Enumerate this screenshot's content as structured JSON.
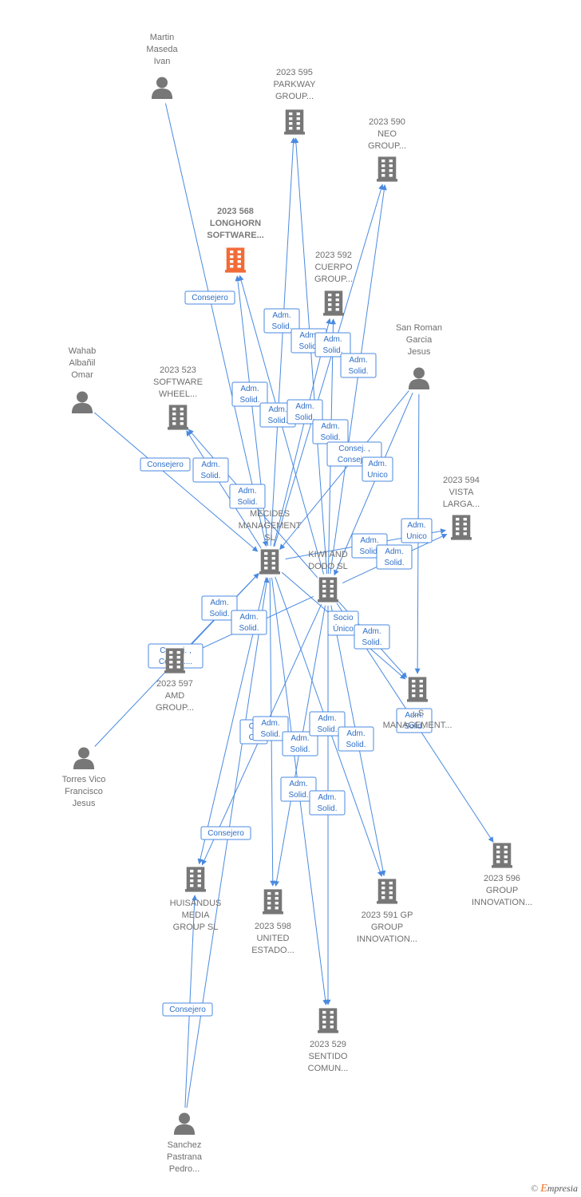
{
  "colors": {
    "edge": "#4a8ae0",
    "node": "#777777",
    "highlight": "#f26b37"
  },
  "nodes": [
    {
      "id": "martin",
      "kind": "person",
      "label": [
        "Martin",
        "Maseda",
        "Ivan"
      ]
    },
    {
      "id": "parkway",
      "kind": "company",
      "label": [
        "2023 595",
        "PARKWAY",
        "GROUP..."
      ]
    },
    {
      "id": "neo",
      "kind": "company",
      "label": [
        "2023 590",
        "NEO",
        "GROUP..."
      ]
    },
    {
      "id": "longhorn",
      "kind": "company",
      "highlight": true,
      "label": [
        "2023 568",
        "LONGHORN",
        "SOFTWARE..."
      ]
    },
    {
      "id": "cuerpo",
      "kind": "company",
      "label": [
        "2023 592",
        "CUERPO",
        "GROUP..."
      ]
    },
    {
      "id": "sanroman",
      "kind": "person",
      "label": [
        "San Roman",
        "Garcia",
        "Jesus"
      ]
    },
    {
      "id": "wahab",
      "kind": "person",
      "label": [
        "Wahab",
        "Albañil",
        "Omar"
      ]
    },
    {
      "id": "wheel",
      "kind": "company",
      "label": [
        "2023 523",
        "SOFTWARE",
        "WHEEL..."
      ]
    },
    {
      "id": "vista",
      "kind": "company",
      "label": [
        "2023 594",
        "VISTA",
        "LARGA..."
      ]
    },
    {
      "id": "mecides",
      "kind": "company",
      "label": [
        "MECIDES",
        "MANAGEMENT",
        "SL"
      ]
    },
    {
      "id": "kiwi",
      "kind": "company",
      "label": [
        "KIWI AND",
        "DODO  SL"
      ]
    },
    {
      "id": "amd",
      "kind": "company",
      "label": [
        "2023 597",
        "AMD",
        "GROUP..."
      ]
    },
    {
      "id": "management",
      "kind": "company",
      "label": [
        "...S",
        "MANAGEMENT..."
      ]
    },
    {
      "id": "torres",
      "kind": "person",
      "label": [
        "Torres Vico",
        "Francisco",
        "Jesus"
      ]
    },
    {
      "id": "g596",
      "kind": "company",
      "label": [
        "2023 596",
        "GROUP",
        "INNOVATION..."
      ]
    },
    {
      "id": "huisandus",
      "kind": "company",
      "label": [
        "HUISANDUS",
        "MEDIA",
        "GROUP  SL"
      ]
    },
    {
      "id": "united",
      "kind": "company",
      "label": [
        "2023 598",
        "UNITED",
        "ESTADO..."
      ]
    },
    {
      "id": "gp",
      "kind": "company",
      "label": [
        "2023 591 GP",
        "GROUP",
        "INNOVATION..."
      ]
    },
    {
      "id": "sentido",
      "kind": "company",
      "label": [
        "2023 529",
        "SENTIDO",
        "COMUN..."
      ]
    },
    {
      "id": "sanchez",
      "kind": "person",
      "label": [
        "Sanchez",
        "Pastrana",
        "Pedro..."
      ]
    }
  ],
  "edges": [
    {
      "from": "martin",
      "to": "mecides"
    },
    {
      "from": "mecides",
      "to": "longhorn"
    },
    {
      "from": "kiwi",
      "to": "longhorn"
    },
    {
      "from": "mecides",
      "to": "parkway"
    },
    {
      "from": "kiwi",
      "to": "parkway"
    },
    {
      "from": "mecides",
      "to": "neo"
    },
    {
      "from": "kiwi",
      "to": "neo"
    },
    {
      "from": "mecides",
      "to": "cuerpo"
    },
    {
      "from": "kiwi",
      "to": "cuerpo"
    },
    {
      "from": "wahab",
      "to": "mecides"
    },
    {
      "from": "mecides",
      "to": "wheel"
    },
    {
      "from": "kiwi",
      "to": "wheel"
    },
    {
      "from": "sanroman",
      "to": "mecides"
    },
    {
      "from": "sanroman",
      "to": "kiwi"
    },
    {
      "from": "sanroman",
      "to": "management"
    },
    {
      "from": "mecides",
      "to": "vista"
    },
    {
      "from": "kiwi",
      "to": "vista"
    },
    {
      "from": "mecides",
      "to": "amd"
    },
    {
      "from": "kiwi",
      "to": "amd"
    },
    {
      "from": "torres",
      "to": "mecides"
    },
    {
      "from": "kiwi",
      "to": "management"
    },
    {
      "from": "mecides",
      "to": "management"
    },
    {
      "from": "kiwi",
      "to": "g596"
    },
    {
      "from": "mecides",
      "to": "huisandus"
    },
    {
      "from": "kiwi",
      "to": "huisandus"
    },
    {
      "from": "mecides",
      "to": "united"
    },
    {
      "from": "kiwi",
      "to": "united"
    },
    {
      "from": "mecides",
      "to": "gp"
    },
    {
      "from": "kiwi",
      "to": "gp"
    },
    {
      "from": "mecides",
      "to": "sentido"
    },
    {
      "from": "kiwi",
      "to": "sentido"
    },
    {
      "from": "sanchez",
      "to": "huisandus"
    },
    {
      "from": "sanchez",
      "to": "mecides"
    }
  ],
  "edge_labels": [
    [
      "Consejero"
    ],
    [
      "Adm.",
      "Solid."
    ],
    [
      "Adm.",
      "Solid."
    ],
    [
      "Adm.",
      "Solid."
    ],
    [
      "Adm.",
      "Solid."
    ],
    [
      "Adm.",
      "Solid."
    ],
    [
      "Adm.",
      "Solid."
    ],
    [
      "Adm.",
      "Solid."
    ],
    [
      "Adm.",
      "Solid."
    ],
    [
      "Consej. ,",
      "Consej...."
    ],
    [
      "Adm.",
      "Unico"
    ],
    [
      "Consejero"
    ],
    [
      "Adm.",
      "Solid."
    ],
    [
      "Adm.",
      "Solid."
    ],
    [
      "Adm.",
      "Unico"
    ],
    [
      "Adm.",
      "Solid."
    ],
    [
      "Adm.",
      "Solid."
    ],
    [
      "Adm.",
      "Solid."
    ],
    [
      "Adm.",
      "Solid."
    ],
    [
      "Consej. ,",
      "Consej...."
    ],
    [
      "Socio",
      "Único"
    ],
    [
      "Adm.",
      "Solid."
    ],
    [
      "Adm.",
      "Solid."
    ],
    [
      "Co",
      "Co"
    ],
    [
      "Adm.",
      "Solid."
    ],
    [
      "Adm.",
      "Solid."
    ],
    [
      "Adm.",
      "Solid."
    ],
    [
      "Adm.",
      "Solid."
    ],
    [
      "Adm.",
      "Solid."
    ],
    [
      "Adm.",
      "Solid."
    ],
    [
      "Consejero"
    ],
    [
      "Consejero"
    ]
  ],
  "brand": {
    "copyright": "©",
    "name_initial": "E",
    "name_rest": "mpresia"
  }
}
